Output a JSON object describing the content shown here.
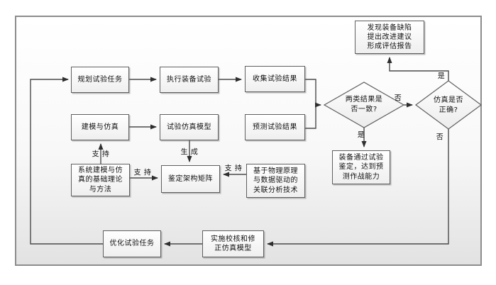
{
  "flowchart": {
    "nodes": {
      "plan_test_task": [
        "规划试验任务"
      ],
      "execute_equipment_test": [
        "执行装备试验"
      ],
      "collect_test_results": [
        "收集试验结果"
      ],
      "modeling_and_simulation": [
        "建模与仿真"
      ],
      "test_simulation_model": [
        "试验仿真模型"
      ],
      "predict_test_results": [
        "预测试验结果"
      ],
      "defect_report": [
        "发现装备缺陷",
        "提出改进建议",
        "形成评估报告"
      ],
      "ms_basic_theory": [
        "系统建模与仿",
        "真的基础理论",
        "与方法"
      ],
      "appraisal_architecture_matrix": [
        "鉴定架构矩阵"
      ],
      "correlation_analysis": [
        "基于物理原理",
        "与数据驱动的",
        "关联分析技术"
      ],
      "pass_appraisal": [
        "装备通过试验",
        "鉴定，达到预",
        "测作战能力"
      ],
      "optimize_test_task": [
        "优化试验任务"
      ],
      "verify_and_correct_model": [
        "实施校核和修",
        "正仿真模型"
      ]
    },
    "decisions": {
      "results_consistent": [
        "两类结果是",
        "否一致?"
      ],
      "simulation_correct": [
        "仿真是否",
        "正确?"
      ]
    },
    "edge_labels": {
      "yes_to_pass": "是",
      "no_to_sim_check": "否",
      "yes_to_report": "是",
      "no_to_correction": "否",
      "support_up": "支 持",
      "generate_down": "生 成",
      "support_to_matrix_left": "支 持",
      "support_to_matrix_right": "支 持"
    },
    "colors": {
      "box_border": "#5f5f5f",
      "connector": "#4a4a4a",
      "frame_border": "#8c8c8c",
      "text": "#111111",
      "box_fill_top": "#ffffff",
      "box_fill_bottom": "#ededed"
    }
  }
}
